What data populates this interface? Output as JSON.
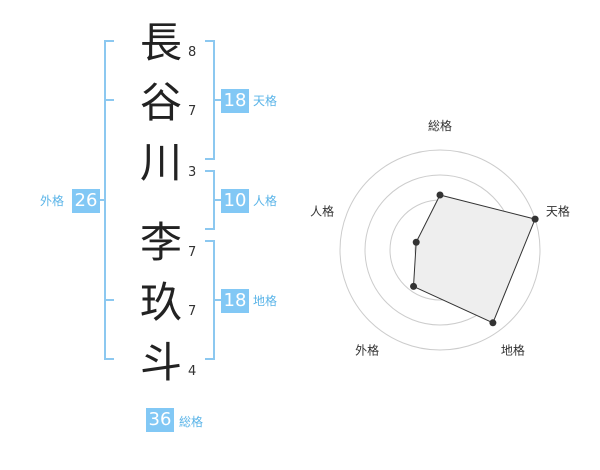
{
  "name": {
    "chars": [
      {
        "char": "長",
        "strokes": "8"
      },
      {
        "char": "谷",
        "strokes": "7"
      },
      {
        "char": "川",
        "strokes": "3"
      },
      {
        "char": "李",
        "strokes": "7"
      },
      {
        "char": "玖",
        "strokes": "7"
      },
      {
        "char": "斗",
        "strokes": "4"
      }
    ]
  },
  "fortunes": {
    "tenkaku": {
      "value": "18",
      "label": "天格"
    },
    "jinkaku": {
      "value": "10",
      "label": "人格"
    },
    "chikaku": {
      "value": "18",
      "label": "地格"
    },
    "gaikaku": {
      "value": "26",
      "label": "外格"
    },
    "soukaku": {
      "value": "36",
      "label": "総格"
    }
  },
  "colors": {
    "accent": "#82c8f5",
    "bracket": "#8cc8f0",
    "label": "#5ab4e8",
    "radar_fill": "#eeeeee"
  },
  "chart_data": {
    "type": "radar",
    "axes": [
      "総格",
      "天格",
      "地格",
      "外格",
      "人格"
    ],
    "values": [
      0.55,
      1.0,
      0.9,
      0.45,
      0.25
    ],
    "rings": 4,
    "range": [
      0,
      1
    ]
  }
}
